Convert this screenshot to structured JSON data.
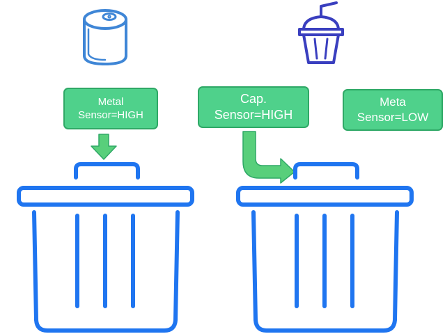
{
  "icons": {
    "can": "soda-can-icon",
    "cup": "drink-cup-with-straw-icon",
    "bin": "trash-bin-icon"
  },
  "colors": {
    "bin_blue": "#1f75f0",
    "can_blue": "#3f86d6",
    "cup_purple": "#3a3fbf",
    "box_green": "#4fd18b",
    "box_border": "#2fa866",
    "arrow_green": "#58cf7b"
  },
  "boxes": {
    "metal": {
      "line1": "Metal",
      "line2": "Sensor=HIGH"
    },
    "cap": {
      "line1": "Cap.",
      "line2": "Sensor=HIGH"
    },
    "meta": {
      "line1": "Meta",
      "line2": "Sensor=LOW"
    }
  }
}
